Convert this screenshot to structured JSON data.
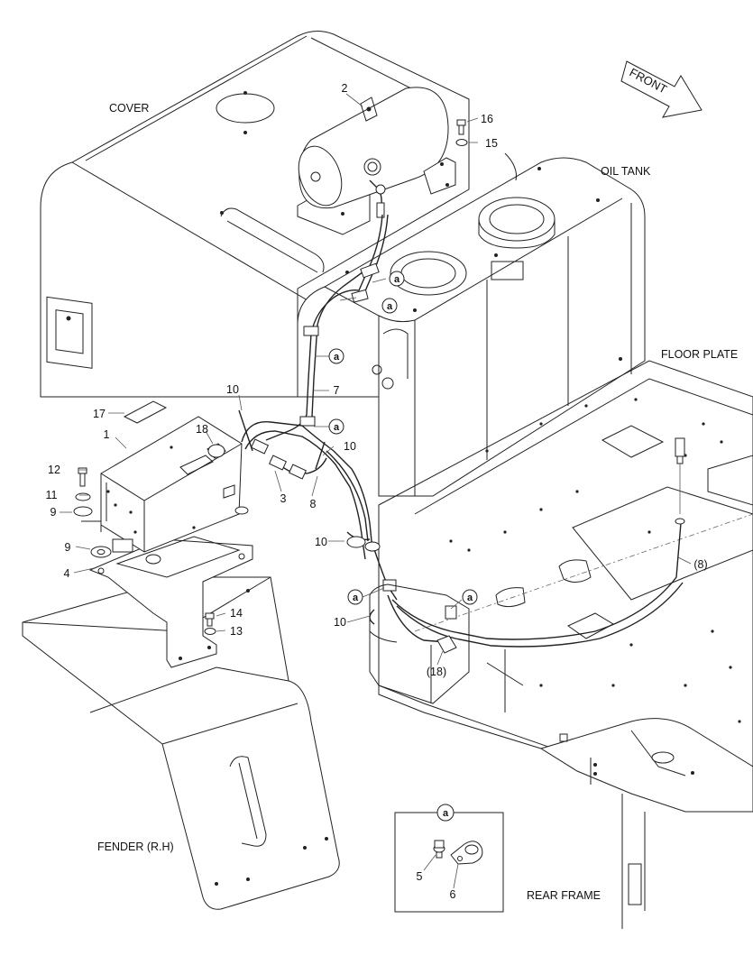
{
  "labels": {
    "cover": "COVER",
    "oil_tank": "OIL TANK",
    "floor_plate": "FLOOR PLATE",
    "fender": "FENDER (R.H)",
    "rear_frame": "REAR FRAME",
    "front": "FRONT"
  },
  "detail": {
    "marker": "a"
  },
  "callout_marker": "a",
  "part_numbers": {
    "p1": "1",
    "p2": "2",
    "p3": "3",
    "p4": "4",
    "p5": "5",
    "p6": "6",
    "p7": "7",
    "p8": "8",
    "p8_ref": "(8)",
    "p9a": "9",
    "p9b": "9",
    "p10a": "10",
    "p10b": "10",
    "p10c": "10",
    "p10d": "10",
    "p11": "11",
    "p12": "12",
    "p13": "13",
    "p14": "14",
    "p15": "15",
    "p16": "16",
    "p17": "17",
    "p18": "18",
    "p18_ref": "(18)"
  }
}
